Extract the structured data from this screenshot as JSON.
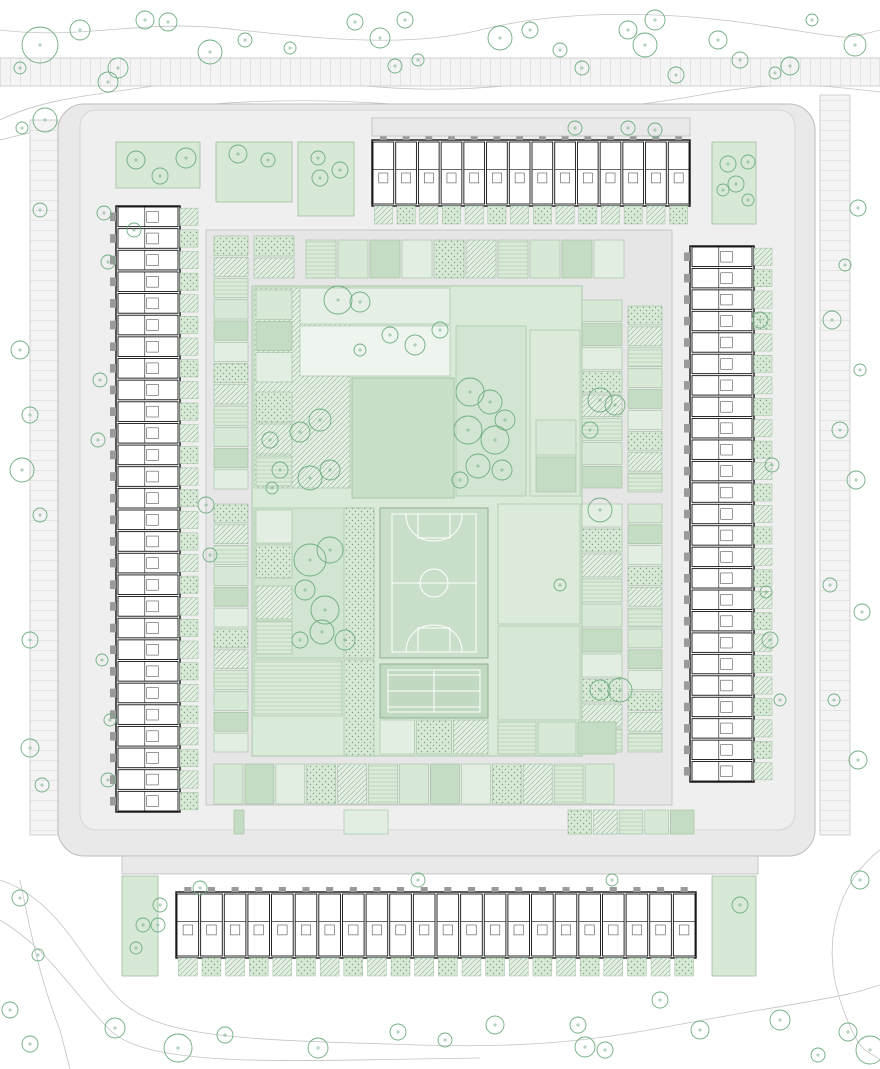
{
  "palette": {
    "background": "#ffffff",
    "paving": "#e9e9e9",
    "paving_edge": "#bdbdbd",
    "green": "#d7e8d7",
    "green_dark": "#c4dcc4",
    "green_edge": "#9fbf9f",
    "building_outline": "#111111",
    "building_fill": "#ffffff",
    "tree_stroke": "#6fae80",
    "contour": "#b9b9b9",
    "court_lines": "#ffffff",
    "parking": "#cfcfcf"
  },
  "elements": {
    "north_block": "row-house-block",
    "south_block": "row-house-block",
    "west_block": "row-house-block",
    "east_block": "row-house-block",
    "courtyard": "central-courtyard",
    "sports": [
      "basketball-court",
      "tennis-court"
    ],
    "vegetation": "tree-icon",
    "terrain": "contour-line"
  }
}
